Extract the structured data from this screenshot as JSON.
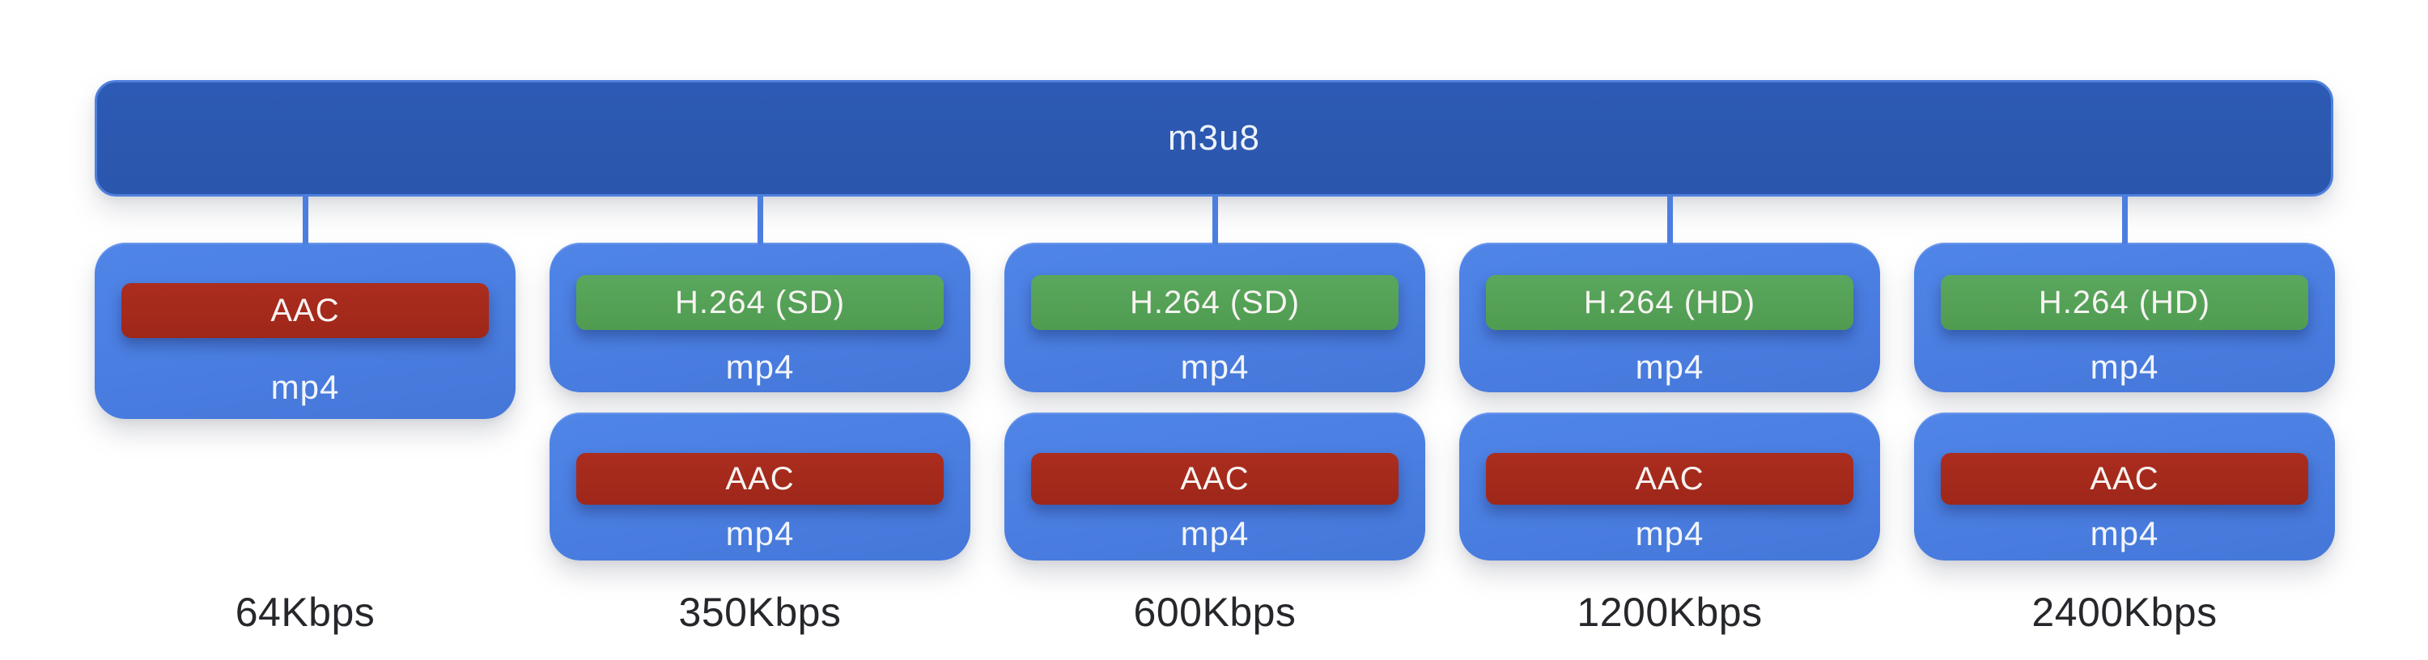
{
  "diagram": {
    "root": {
      "label": "m3u8"
    },
    "columns": [
      {
        "bitrate": "64Kbps",
        "boxes": [
          {
            "codec": "AAC",
            "codec_type": "audio",
            "container": "mp4"
          }
        ]
      },
      {
        "bitrate": "350Kbps",
        "boxes": [
          {
            "codec": "H.264 (SD)",
            "codec_type": "video",
            "container": "mp4"
          },
          {
            "codec": "AAC",
            "codec_type": "audio",
            "container": "mp4"
          }
        ]
      },
      {
        "bitrate": "600Kbps",
        "boxes": [
          {
            "codec": "H.264 (SD)",
            "codec_type": "video",
            "container": "mp4"
          },
          {
            "codec": "AAC",
            "codec_type": "audio",
            "container": "mp4"
          }
        ]
      },
      {
        "bitrate": "1200Kbps",
        "boxes": [
          {
            "codec": "H.264 (HD)",
            "codec_type": "video",
            "container": "mp4"
          },
          {
            "codec": "AAC",
            "codec_type": "audio",
            "container": "mp4"
          }
        ]
      },
      {
        "bitrate": "2400Kbps",
        "boxes": [
          {
            "codec": "H.264 (HD)",
            "codec_type": "video",
            "container": "mp4"
          },
          {
            "codec": "AAC",
            "codec_type": "audio",
            "container": "mp4"
          }
        ]
      }
    ],
    "colors": {
      "root_fill": "#2d5ab4",
      "root_rim": "#4e80dd",
      "node_fill": "#4577d9",
      "audio_chip": "#9e2719",
      "video_chip": "#4f9c51",
      "connector": "#4c7ee0",
      "bitrate_text": "#25272b",
      "node_text": "#f2f5fa"
    }
  }
}
